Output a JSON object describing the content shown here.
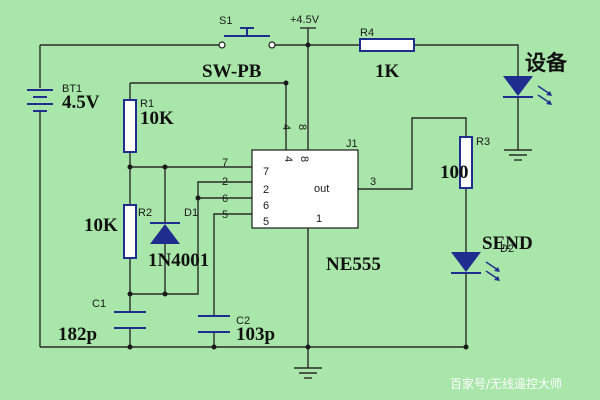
{
  "diagram": {
    "components": {
      "switch": {
        "ref": "S1",
        "value": "SW-PB"
      },
      "battery": {
        "ref": "BT1",
        "value": "4.5V"
      },
      "supply": {
        "label": "+4.5V"
      },
      "r1": {
        "ref": "R1",
        "value": "10K"
      },
      "r2": {
        "ref": "R2",
        "value": "10K"
      },
      "r3": {
        "ref": "R3",
        "value": "100"
      },
      "r4": {
        "ref": "R4",
        "value": "1K"
      },
      "d1": {
        "ref": "D1",
        "value": "1N4001"
      },
      "c1": {
        "ref": "C1",
        "value": "182p"
      },
      "c2": {
        "ref": "C2",
        "value": "103p"
      },
      "ic": {
        "ref": "J1",
        "value": "NE555"
      },
      "led_device": {
        "label": "设备"
      },
      "led_send": {
        "ref": "D2",
        "label": "SEND"
      }
    },
    "ic_pins": {
      "p7": "7",
      "p2": "2",
      "p6": "6",
      "p5": "5",
      "p4": "4",
      "p8": "8",
      "p1": "1",
      "p3": "3",
      "out": "out"
    }
  },
  "watermark": "百家号/无线遥控大师"
}
